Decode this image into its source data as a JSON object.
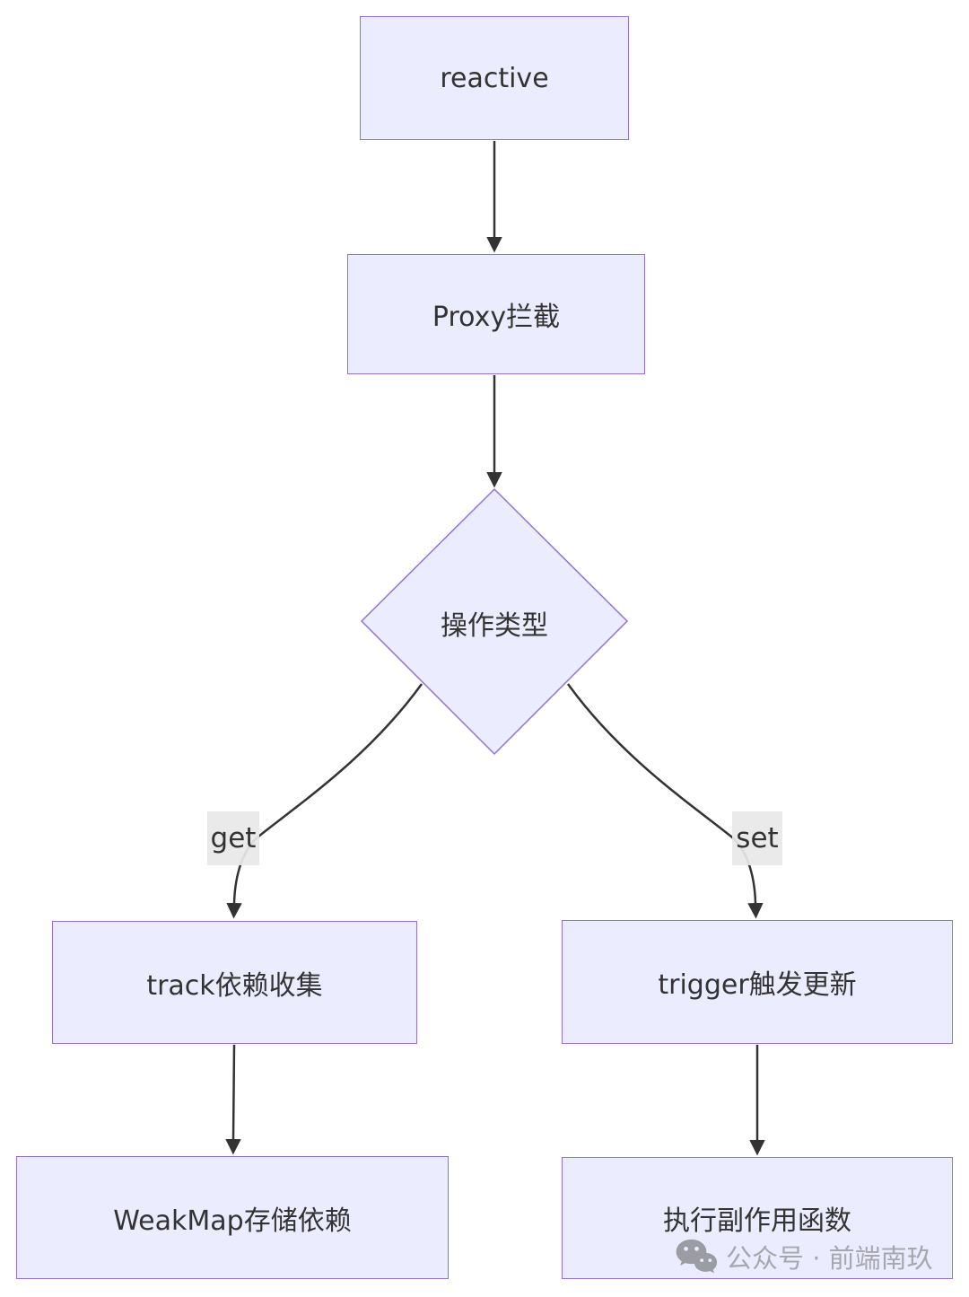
{
  "diagram": {
    "nodes": {
      "reactive": {
        "label": "reactive"
      },
      "proxy": {
        "label": "Proxy拦截"
      },
      "decision": {
        "label": "操作类型"
      },
      "track": {
        "label": "track依赖收集"
      },
      "trigger": {
        "label": "trigger触发更新"
      },
      "weakmap": {
        "label": "WeakMap存储依赖"
      },
      "effect": {
        "label": "执行副作用函数"
      }
    },
    "edge_labels": {
      "get": "get",
      "set": "set"
    },
    "colors": {
      "node_fill": "#ECECFF",
      "node_border": "#9370DB",
      "edge_line": "#333333",
      "edge_label_bg": "#e8e8e8",
      "text": "#333333",
      "watermark": "#a7a7af"
    }
  },
  "watermark": {
    "text": "公众号 · 前端南玖"
  }
}
